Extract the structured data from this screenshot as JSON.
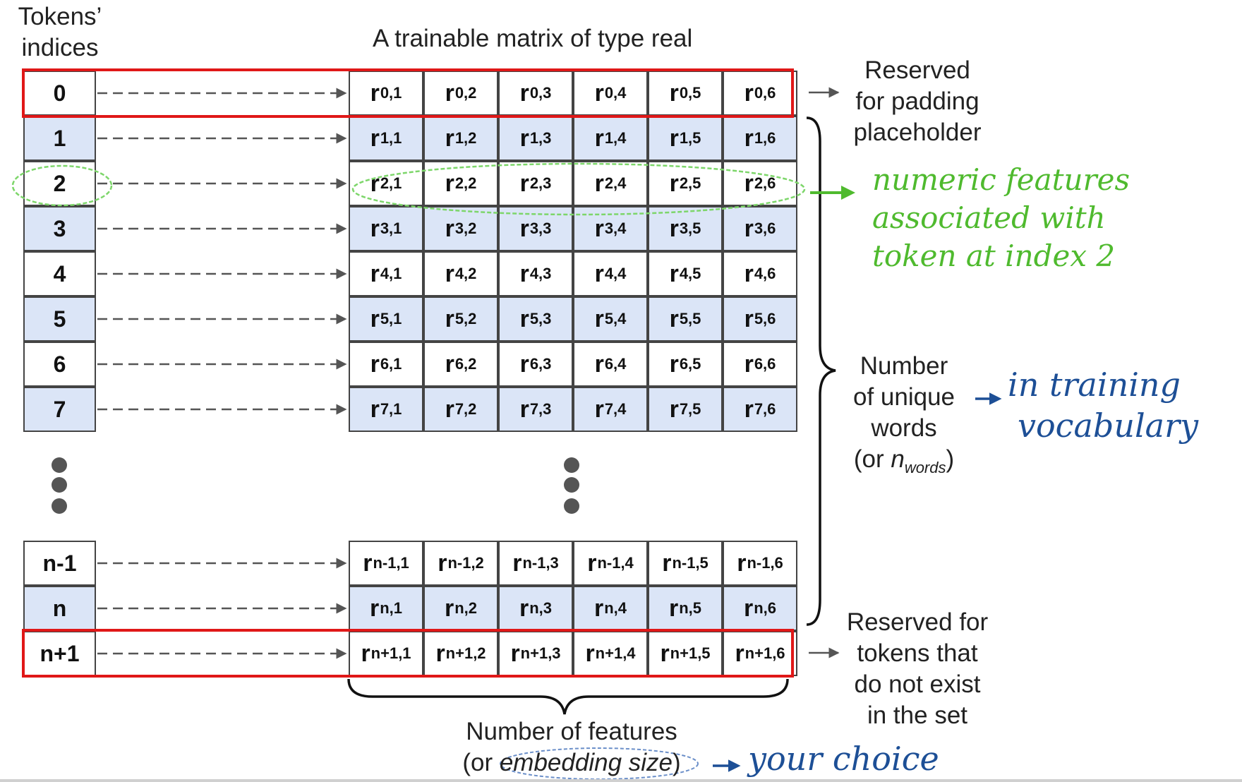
{
  "tokens_header": [
    "Tokens’",
    "indices"
  ],
  "matrix_title": "A trainable matrix of type real",
  "row_indices": [
    "0",
    "1",
    "2",
    "3",
    "4",
    "5",
    "6",
    "7",
    "n-1",
    "n",
    "n+1"
  ],
  "row_subscript_prefix": [
    "0",
    "1",
    "2",
    "3",
    "4",
    "5",
    "6",
    "7",
    "n-1",
    "n",
    "n+1"
  ],
  "num_columns": 6,
  "cell_letter": "r",
  "annotations": {
    "padding": [
      "Reserved",
      "for padding",
      "placeholder"
    ],
    "unique_words": [
      "Number",
      "of unique",
      "words"
    ],
    "nwords_pre": "(or ",
    "nwords_n": "n",
    "nwords_sub": "words",
    "nwords_post": ")",
    "oov": [
      "Reserved for",
      "tokens that",
      "do not exist",
      "in the set"
    ],
    "features_line1": "Number of features",
    "features_pre": "(or ",
    "features_em": "embedding size",
    "features_post": ")"
  },
  "handwritten": {
    "green": [
      "numeric features",
      "associated with",
      "token at index 2"
    ],
    "blue_vocab": [
      "in training",
      "vocabulary"
    ],
    "blue_choice": "your choice"
  },
  "colors": {
    "shaded_row": "#dbe5f7",
    "highlight_red": "#e01818",
    "handwriting_green": "#4fba2e",
    "handwriting_blue": "#1d4f96"
  }
}
